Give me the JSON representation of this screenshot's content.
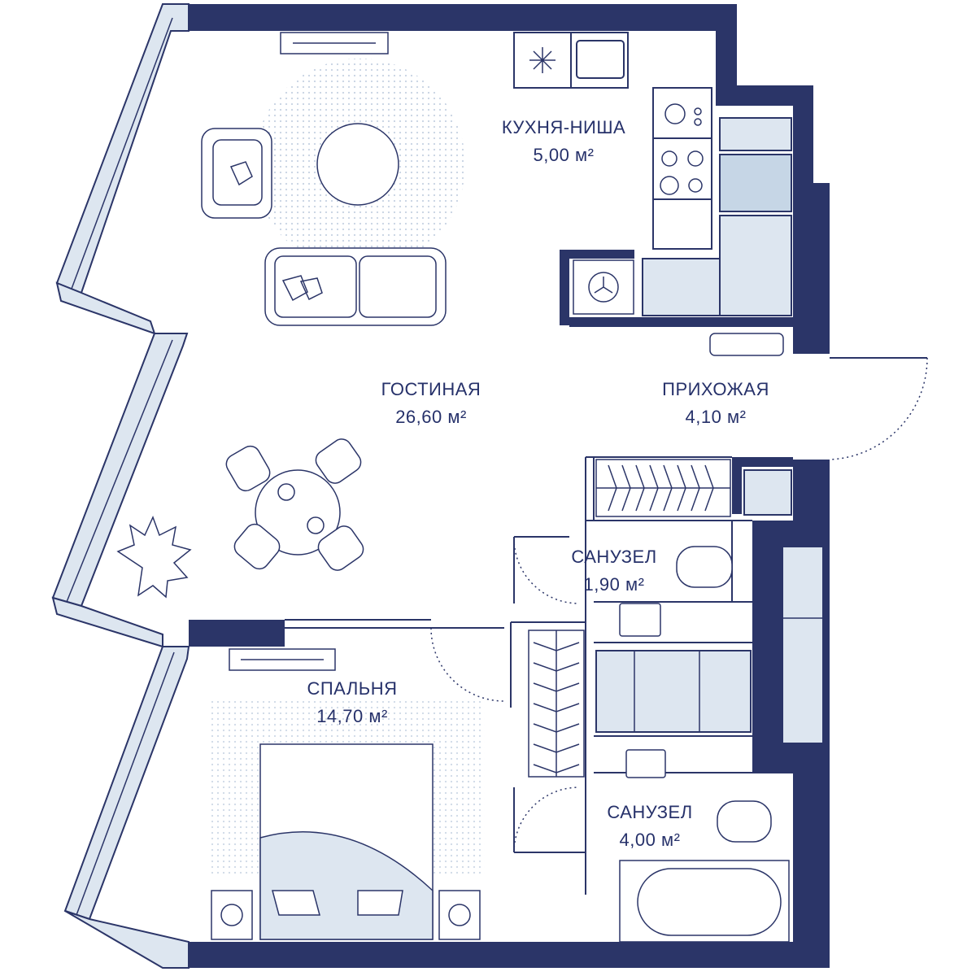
{
  "colors": {
    "wall": "#2b3568",
    "line": "#2b3568",
    "fill_light": "#dde6f0",
    "fill_mid": "#c6d6e6",
    "dots": "#9fb3cc",
    "text": "#26316a"
  },
  "rooms": {
    "kitchen": {
      "name": "КУХНЯ-НИША",
      "area": "5,00 м²"
    },
    "living": {
      "name": "ГОСТИНАЯ",
      "area": "26,60 м²"
    },
    "hallway": {
      "name": "ПРИХОЖАЯ",
      "area": "4,10 м²"
    },
    "bath_small": {
      "name": "САНУЗЕЛ",
      "area": "1,90 м²"
    },
    "bedroom": {
      "name": "СПАЛЬНЯ",
      "area": "14,70 м²"
    },
    "bath_large": {
      "name": "САНУЗЕЛ",
      "area": "4,00 м²"
    }
  },
  "icons": {
    "tv": "tv-icon",
    "chair": "armchair-icon",
    "sofa": "sofa-icon",
    "plant": "plant-icon",
    "bed": "bed-icon",
    "sink": "sink-icon",
    "toilet": "toilet-icon",
    "bathtub": "bathtub-icon",
    "washer": "washing-machine-icon",
    "stove": "cooktop-icon",
    "fan": "hood-icon"
  }
}
